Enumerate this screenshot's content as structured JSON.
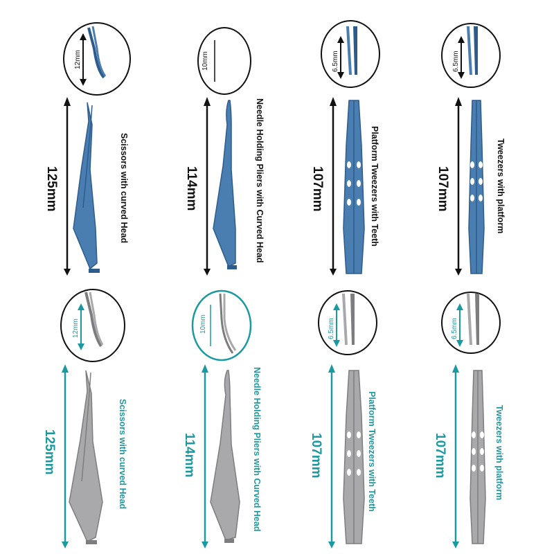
{
  "colors": {
    "blue_tool": "#4a7db0",
    "blue_tool_dark": "#2d5c8c",
    "steel_tool": "#a9a9ab",
    "steel_tool_dark": "#7d7d80",
    "black": "#111111",
    "teal": "#1a9aa0"
  },
  "rows": [
    {
      "finish": "blue",
      "items": [
        {
          "length": "125mm",
          "name": "Scissors with curved Head",
          "tip": "12mm",
          "tool": "scissors"
        },
        {
          "length": "114mm",
          "name": "Needle Holding Pliers with Curved Head",
          "tip": "10mm",
          "tool": "needle-holder"
        },
        {
          "length": "107mm",
          "name": "Platform Tweezers with Teeth",
          "tip": "6.5mm",
          "tool": "tweezers"
        },
        {
          "length": "107mm",
          "name": "Tweezers with platform",
          "tip": "6.5mm",
          "tool": "tweezers"
        }
      ]
    },
    {
      "finish": "steel",
      "items": [
        {
          "length": "125mm",
          "name": "Scissors with curved Head",
          "tip": "12mm",
          "tool": "scissors"
        },
        {
          "length": "114mm",
          "name": "Needle Holding Pliers with Curved Head",
          "tip": "10mm",
          "tool": "needle-holder"
        },
        {
          "length": "107mm",
          "name": "Platform Tweezers with Teeth",
          "tip": "6.5mm",
          "tool": "tweezers"
        },
        {
          "length": "107mm",
          "name": "Tweezers with platform",
          "tip": "6.5mm",
          "tool": "tweezers"
        }
      ]
    }
  ]
}
